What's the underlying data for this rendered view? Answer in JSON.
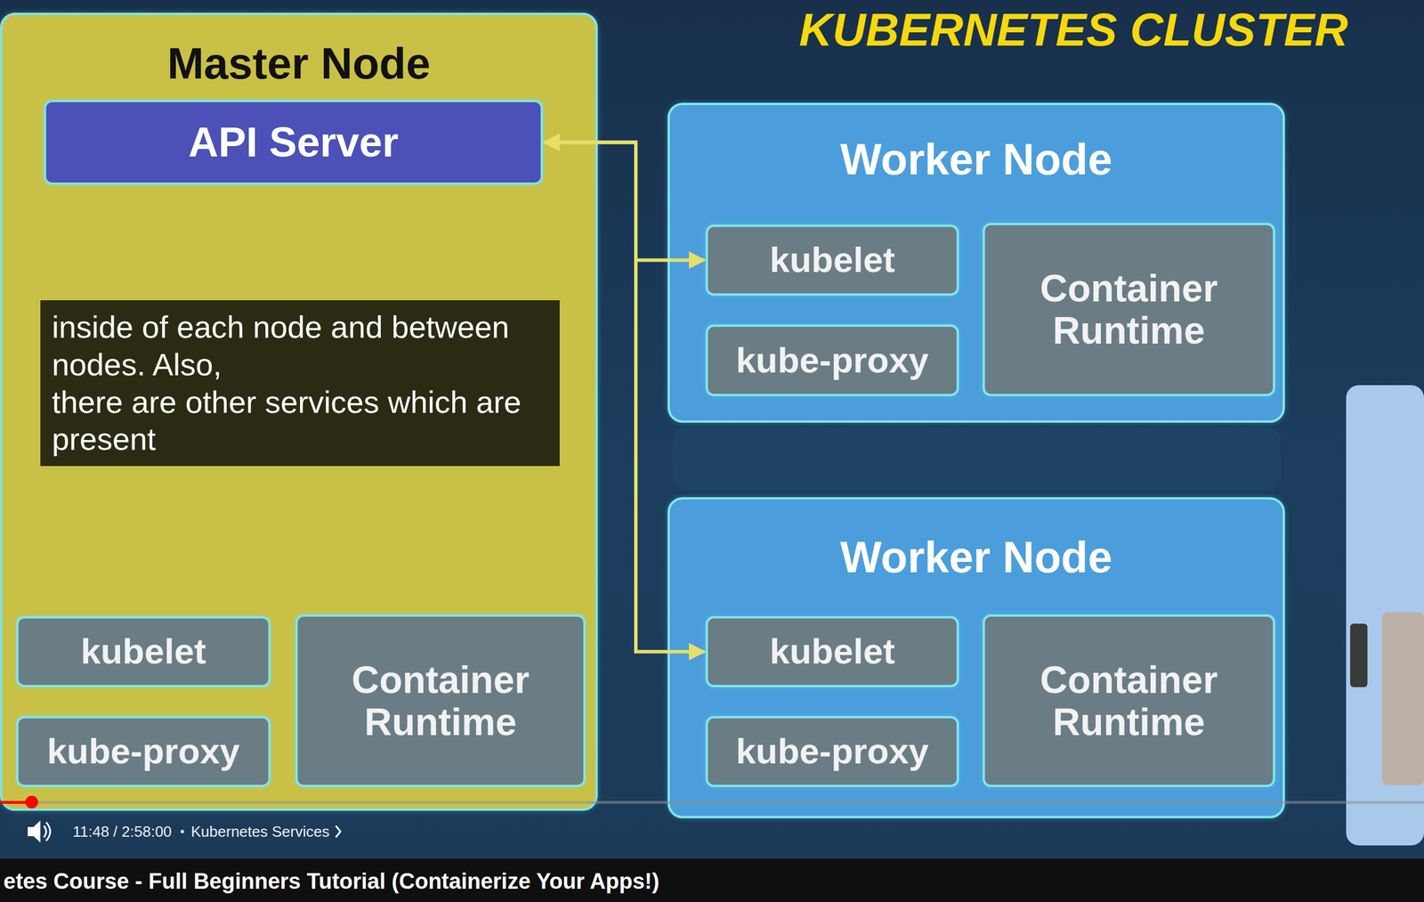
{
  "diagram": {
    "title": "KUBERNETES CLUSTER",
    "nodes": [
      {
        "text": [
          "Master Node"
        ]
      },
      {
        "text": [
          "API Server"
        ],
        "in": 0
      },
      {
        "text": [
          "kubelet"
        ],
        "in": 0
      },
      {
        "text": [
          "kube-proxy"
        ],
        "in": 0
      },
      {
        "text": [
          "Container Runtime"
        ],
        "in": 0
      },
      {
        "text": [
          "Worker Node"
        ]
      },
      {
        "text": [
          "kubelet"
        ],
        "in": 5
      },
      {
        "text": [
          "kube-proxy"
        ],
        "in": 5
      },
      {
        "text": [
          "Container Runtime"
        ],
        "in": 5
      },
      {
        "text": [
          "Worker Node"
        ]
      },
      {
        "text": [
          "kubelet"
        ],
        "in": 9
      },
      {
        "text": [
          "kube-proxy"
        ],
        "in": 9
      },
      {
        "text": [
          "Container Runtime"
        ],
        "in": 9
      }
    ],
    "edges": [
      {
        "from": 1,
        "to": 6,
        "arrow": "both"
      },
      {
        "from": 1,
        "to": 10,
        "arrow": "both"
      }
    ],
    "labels": [
      "inside of each node and between nodes. Also,",
      "there are other services which are present",
      "11:48 / 2:58:00",
      "Kubernetes Services",
      "etes Course - Full Beginners Tutorial (Containerize Your Apps!)"
    ]
  }
}
